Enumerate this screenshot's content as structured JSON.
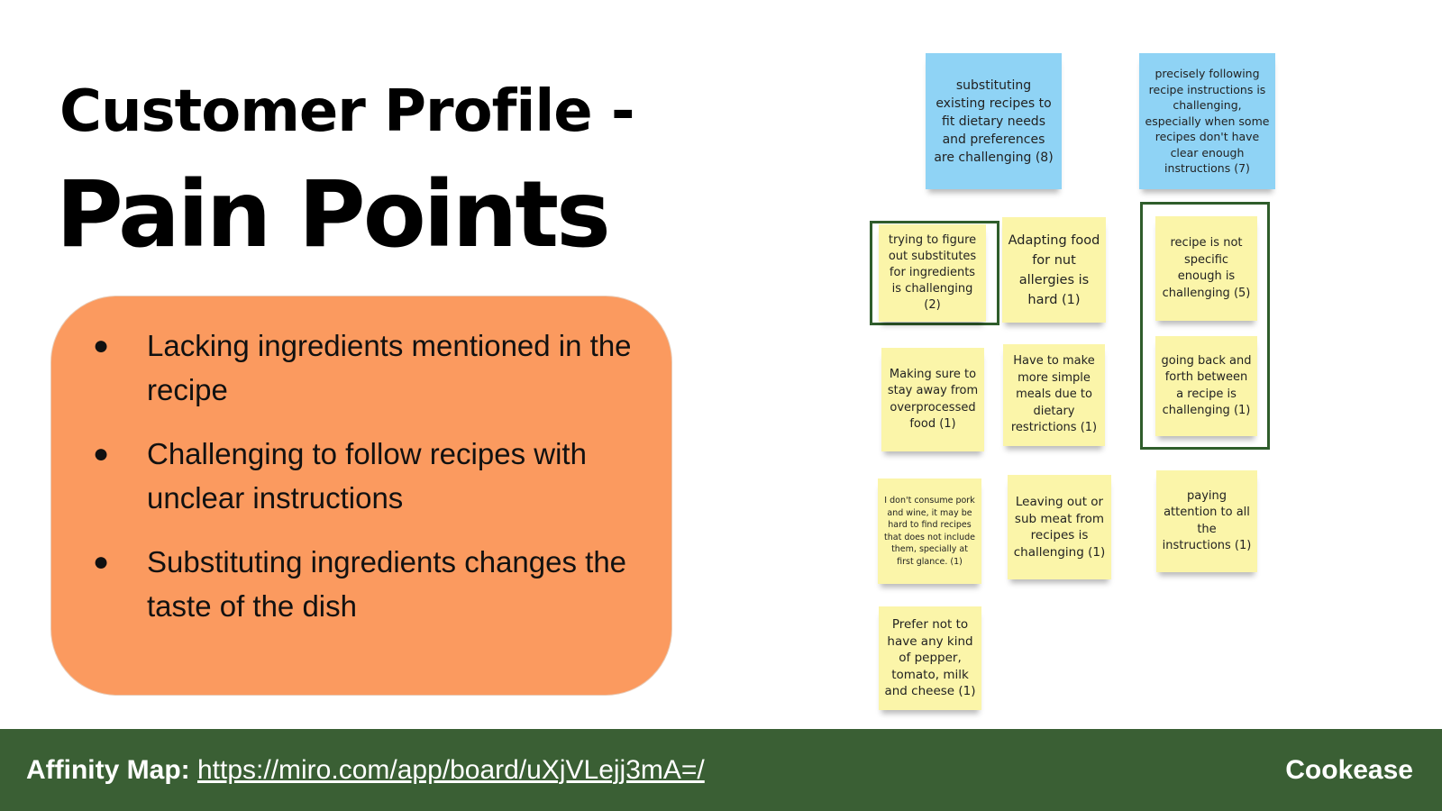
{
  "title": {
    "line1": "Customer Profile -",
    "line2": "Pain Points"
  },
  "pain_points": [
    "Lacking ingredients mentioned in the recipe",
    "Challenging to follow recipes with unclear instructions",
    "Substituting ingredients changes the taste of the dish"
  ],
  "bullet_glyph": "●",
  "sticky_notes": {
    "blue_1": "substituting existing recipes to fit dietary needs and preferences are challenging (8)",
    "blue_2": "precisely following recipe instructions is challenging, especially when some recipes don't have clear enough instructions (7)",
    "yellow_1": "trying to figure out substitutes for ingredients is challenging (2)",
    "yellow_2": "Adapting food for nut allergies is hard (1)",
    "yellow_3": "Making sure to stay away from overprocessed food (1)",
    "yellow_4": "Have to make more simple meals due to dietary restrictions (1)",
    "yellow_5": "I don't consume pork and wine, it may be hard to find recipes that does not include them, specially at first glance. (1)",
    "yellow_6": "Leaving out or sub meat from recipes is challenging (1)",
    "yellow_7": "Prefer not to have any kind of pepper, tomato, milk and cheese (1)",
    "yellow_8": "recipe is not specific enough is challenging (5)",
    "yellow_9": "going back and forth between a recipe is challenging (1)",
    "yellow_10": "paying attention to all the instructions (1)"
  },
  "colors": {
    "pain_box": "#fb9a5f",
    "sticky_yellow": "#fbf5a9",
    "sticky_blue": "#8fd3f5",
    "footer": "#3a5f34",
    "group_frame": "#2f5d2b"
  },
  "footer": {
    "label": "Affinity Map:",
    "link": "https://miro.com/app/board/uXjVLejj3mA=/",
    "brand": "Cookease"
  }
}
